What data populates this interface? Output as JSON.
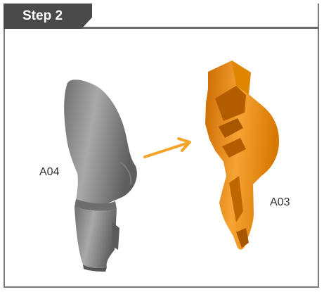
{
  "header": {
    "step_label": "Step 2"
  },
  "parts": {
    "source": {
      "label": "A04",
      "color": "#8c8c8c"
    },
    "result": {
      "label": "A03",
      "color": "#f39a23"
    }
  },
  "arrow": {
    "color": "#f2a52a",
    "icon": "right-arrow-icon"
  }
}
